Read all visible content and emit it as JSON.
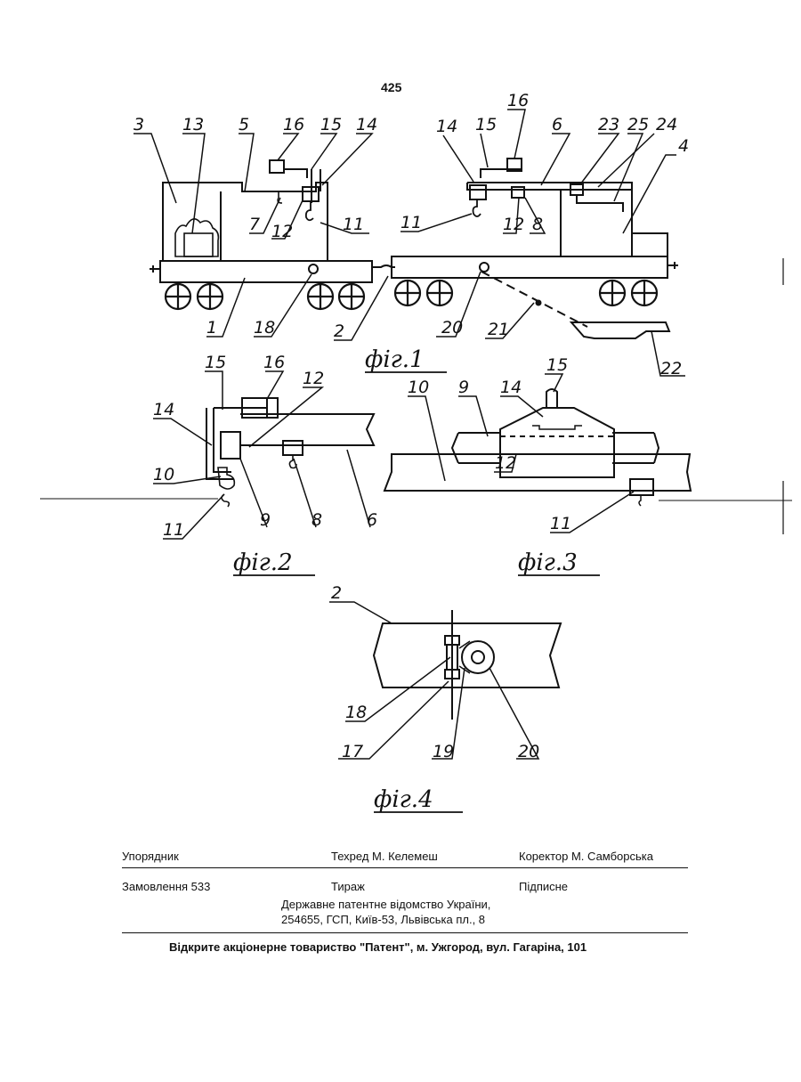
{
  "page_number": "425",
  "fig1": {
    "caption": "фiг.1",
    "labels": [
      "3",
      "13",
      "5",
      "16",
      "15",
      "14",
      "7",
      "12",
      "11",
      "1",
      "18",
      "2",
      "14",
      "15",
      "16",
      "6",
      "23",
      "25",
      "24",
      "4",
      "11",
      "12",
      "8",
      "20",
      "21",
      "22"
    ]
  },
  "fig2": {
    "caption": "фiг.2",
    "labels": [
      "15",
      "16",
      "12",
      "14",
      "10",
      "11",
      "9",
      "8",
      "6"
    ]
  },
  "fig3": {
    "caption": "фiг.3",
    "labels": [
      "15",
      "14",
      "10",
      "9",
      "12",
      "11"
    ]
  },
  "fig4": {
    "caption": "фiг.4",
    "labels": [
      "2",
      "18",
      "17",
      "19",
      "20"
    ]
  },
  "imprint": {
    "compiler": "Упорядник",
    "techred": "Техред М. Келемеш",
    "corrector": "Коректор М. Самборська",
    "order": "Замовлення 533",
    "circulation": "Тираж",
    "subscription": "Підписне",
    "office_line1": "Державне патентне відомство України,",
    "office_line2": "254655, ГСП, Київ-53, Львівська пл., 8",
    "printer": "Відкрите акціонерне товариство \"Патент\", м. Ужгород, вул. Гагаріна, 101"
  }
}
